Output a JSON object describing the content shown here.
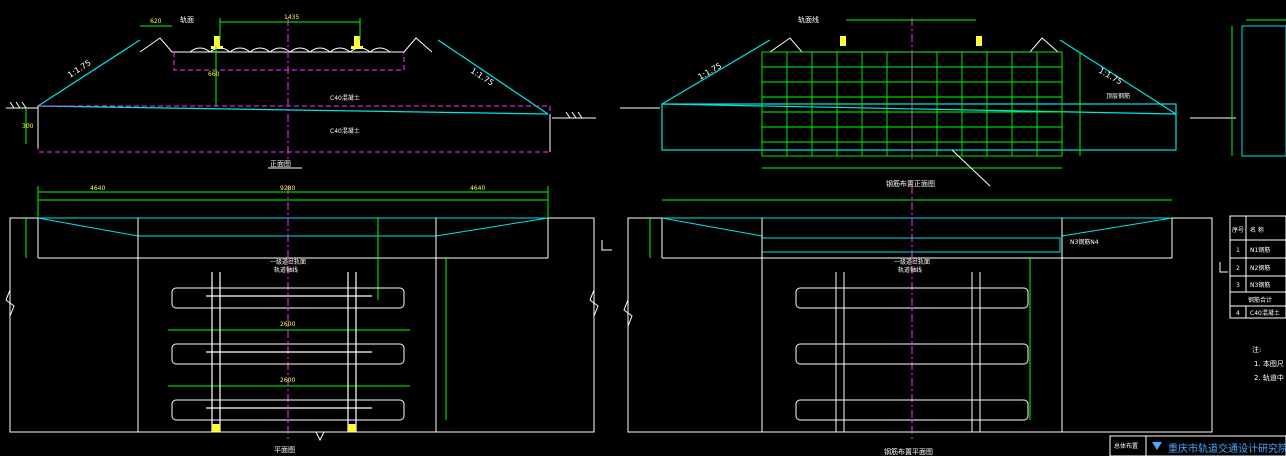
{
  "drawing": {
    "front_view": {
      "title": "正面图",
      "slope_left": "1:1.75",
      "slope_right": "1:1.75",
      "track_label": "轨面",
      "concrete_upper": "C40混凝土",
      "concrete_lower": "C40混凝土"
    },
    "rebar_front_view": {
      "title": "钢筋布置正面图",
      "slope_left": "1:1.75",
      "slope_right": "1:1.75",
      "track_label": "轨面线",
      "side_note": "顶层钢筋"
    },
    "plan_view": {
      "title": "平面图",
      "label_1": "一级道岔轨面",
      "label_2": "轨道轴线"
    },
    "rebar_plan_view": {
      "title": "钢筋布置平面图",
      "label_1": "一级道岔轨面",
      "label_2": "轨道轴线",
      "side_note": "N3钢筋N4"
    },
    "table": {
      "headers": [
        "序号",
        "名 称"
      ],
      "rows": [
        {
          "no": "1",
          "name": "N1钢筋"
        },
        {
          "no": "2",
          "name": "N2钢筋"
        },
        {
          "no": "3",
          "name": "N3钢筋"
        }
      ],
      "subtotal": "钢筋合计",
      "row4": {
        "no": "4",
        "name": "C40混凝土"
      }
    },
    "notes": {
      "heading": "注:",
      "items": [
        "1.  本图尺",
        "2.  轨道中"
      ]
    },
    "title_block": {
      "label": "总体布置",
      "company": "重庆市轨道交通设计研究院"
    },
    "colors": {
      "background": "#000000",
      "outline": "#ffffff",
      "slope": "#00e5e5",
      "dimension": "#00ff00",
      "centerline": "#ff33ff",
      "rail": "#ffff40",
      "blue_text": "#4aa8ff"
    }
  }
}
